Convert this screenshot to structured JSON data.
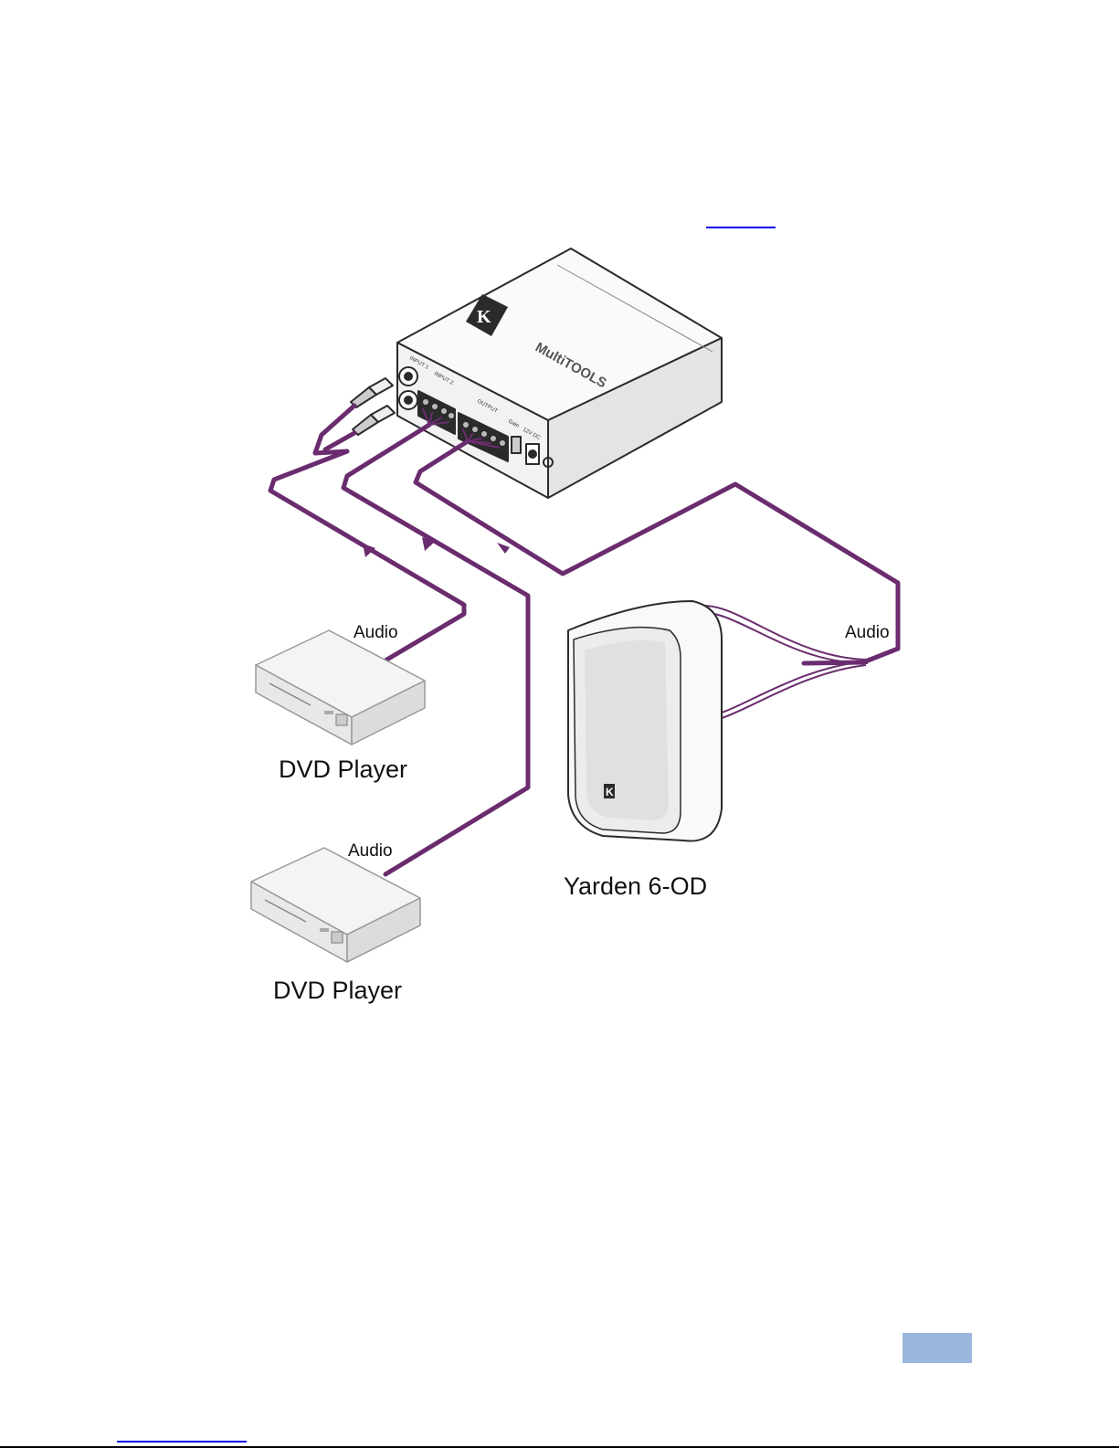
{
  "labels": {
    "audio_top": "Audio",
    "audio_bottom": "Audio",
    "audio_right": "Audio",
    "dvd_top": "DVD Player",
    "dvd_bottom": "DVD Player",
    "speaker": "Yarden 6-OD"
  },
  "device": {
    "brand": "MultiTOOLS",
    "input1": "INPUT 1",
    "input2": "INPUT 2",
    "output": "OUTPUT",
    "gain": "Gain",
    "power": "12V DC"
  },
  "colors": {
    "cable": "#6a2c6e",
    "device_body": "#f7f7f7",
    "outline": "#2b2b2b",
    "page_badge": "#9ab7db",
    "link": "#0000ee"
  }
}
